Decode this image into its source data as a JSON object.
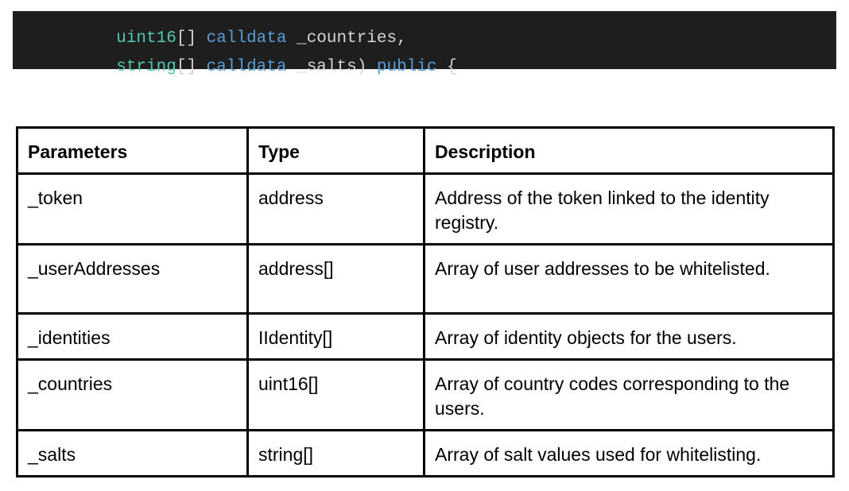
{
  "code": {
    "lines": [
      [
        {
          "text": "uint16",
          "cls": "t"
        },
        {
          "text": "[] ",
          "cls": "p"
        },
        {
          "text": "calldata",
          "cls": "k"
        },
        {
          "text": " _countries,",
          "cls": "p"
        }
      ],
      [
        {
          "text": "string",
          "cls": "t"
        },
        {
          "text": "[] ",
          "cls": "p"
        },
        {
          "text": "calldata",
          "cls": "k"
        },
        {
          "text": " _salts) ",
          "cls": "p"
        },
        {
          "text": "public",
          "cls": "k"
        },
        {
          "text": " {",
          "cls": "p"
        }
      ]
    ]
  },
  "table": {
    "headers": [
      "Parameters",
      "Type",
      "Description"
    ],
    "rows": [
      [
        "_token",
        "address",
        "Address of the token linked to the identity registry."
      ],
      [
        "_userAddresses",
        "address[]",
        "Array of user addresses to be whitelisted."
      ],
      [
        "_identities",
        "IIdentity[]",
        "Array of identity objects for the users."
      ],
      [
        "_countries",
        "uint16[]",
        "Array of country codes corresponding to the users."
      ],
      [
        "_salts",
        "string[]",
        "Array of salt values used for whitelisting."
      ]
    ]
  }
}
